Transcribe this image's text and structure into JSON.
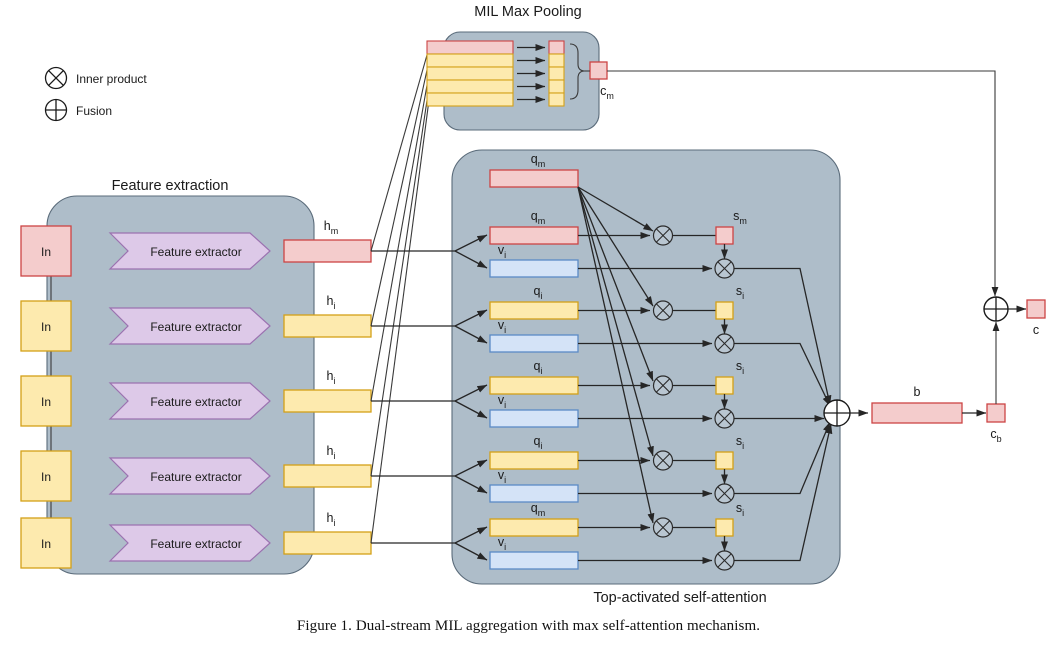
{
  "figure": {
    "caption": "Figure 1. Dual-stream MIL aggregation with max self-attention mechanism."
  },
  "legend": {
    "items": [
      {
        "icon": "circle-times-icon",
        "symbol": "⊗",
        "label": "Inner product"
      },
      {
        "icon": "circle-plus-icon",
        "symbol": "⊕",
        "label": "Fusion"
      }
    ]
  },
  "sections": {
    "feature_extraction": {
      "title": "Feature extraction",
      "input_label": "In",
      "extractor_label": "Feature extractor",
      "rows": [
        {
          "input": "In",
          "extractor": "Feature extractor",
          "h_label": "h",
          "h_sub": "m",
          "color": "pink"
        },
        {
          "input": "In",
          "extractor": "Feature extractor",
          "h_label": "h",
          "h_sub": "i",
          "color": "yellow"
        },
        {
          "input": "In",
          "extractor": "Feature extractor",
          "h_label": "h",
          "h_sub": "i",
          "color": "yellow"
        },
        {
          "input": "In",
          "extractor": "Feature extractor",
          "h_label": "h",
          "h_sub": "i",
          "color": "yellow"
        },
        {
          "input": "In",
          "extractor": "Feature extractor",
          "h_label": "h",
          "h_sub": "i",
          "color": "yellow"
        }
      ]
    },
    "mil_max_pooling": {
      "title": "MIL Max Pooling",
      "bars": [
        "pink",
        "yellow",
        "yellow",
        "yellow",
        "yellow"
      ],
      "pool_cells": [
        "pink",
        "yellow",
        "yellow",
        "yellow",
        "yellow"
      ],
      "output_label": "c",
      "output_sub": "m"
    },
    "self_attention": {
      "title": "Top-activated self-attention",
      "query_bar": {
        "label": "q",
        "sub": "m",
        "color": "pink"
      },
      "rows": [
        {
          "q_label": "q",
          "q_sub": "m",
          "q_color": "pink",
          "v_label": "v",
          "v_sub": "i",
          "v_color": "blue",
          "s_label": "s",
          "s_sub": "m",
          "s_color": "pink"
        },
        {
          "q_label": "q",
          "q_sub": "i",
          "q_color": "yellow",
          "v_label": "v",
          "v_sub": "i",
          "v_color": "blue",
          "s_label": "s",
          "s_sub": "i",
          "s_color": "yellow"
        },
        {
          "q_label": "q",
          "q_sub": "i",
          "q_color": "yellow",
          "v_label": "v",
          "v_sub": "i",
          "v_color": "blue",
          "s_label": "s",
          "s_sub": "i",
          "s_color": "yellow"
        },
        {
          "q_label": "q",
          "q_sub": "i",
          "q_color": "yellow",
          "v_label": "v",
          "v_sub": "i",
          "v_color": "blue",
          "s_label": "s",
          "s_sub": "i",
          "s_color": "yellow"
        },
        {
          "q_label": "q",
          "q_sub": "m",
          "q_color": "yellow",
          "v_label": "v",
          "v_sub": "i",
          "v_color": "blue",
          "s_label": "s",
          "s_sub": "i",
          "s_color": "yellow"
        }
      ],
      "bag_label": "b"
    },
    "fusion": {
      "input_top_label": "c",
      "input_top_sub": "m",
      "input_bottom_label": "c",
      "input_bottom_sub": "b",
      "output_label": "c",
      "output_sub": ""
    }
  },
  "colors": {
    "panel_fill": "#aebdc9",
    "panel_stroke": "#5a6b7a",
    "pink_fill": "#f4cccc",
    "pink_stroke": "#cc4444",
    "yellow_fill": "#fdeaae",
    "yellow_stroke": "#d4a017",
    "blue_fill": "#d4e3f7",
    "blue_stroke": "#5a8ac6",
    "purple_fill": "#ddc9e8",
    "purple_stroke": "#9b72b0",
    "line": "#262626",
    "text": "#1a1a1a"
  }
}
